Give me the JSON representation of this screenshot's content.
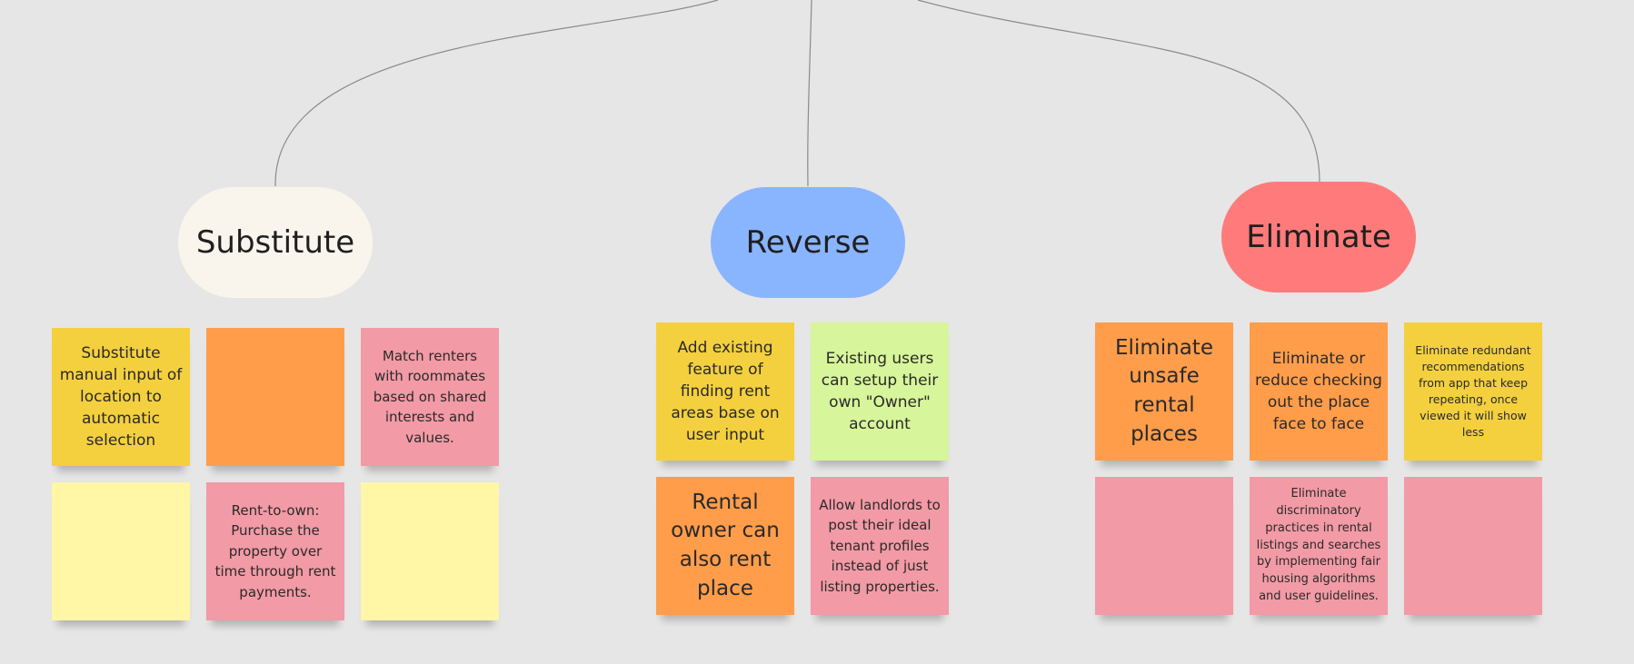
{
  "board": {
    "background": "#e6e6e6",
    "connector_color": "#8a8a8a"
  },
  "groups": [
    {
      "label": "Substitute",
      "color": "#faf5ec",
      "notes": [
        {
          "text": "Substitute manual input of location to automatic selection",
          "color": "#f4d03f"
        },
        {
          "text": "",
          "color": "#ff9d4b"
        },
        {
          "text": "Match renters with roommates based on shared interests and values.",
          "color": "#f29aa5"
        },
        {
          "text": "",
          "color": "#fff6a6"
        },
        {
          "text": "Rent-to-own: Purchase the property over time through rent payments.",
          "color": "#f29aa5"
        },
        {
          "text": "",
          "color": "#fff6a6"
        }
      ]
    },
    {
      "label": "Reverse",
      "color": "#89b4ff",
      "notes": [
        {
          "text": "Add existing feature of finding rent areas base on user input",
          "color": "#f4d03f"
        },
        {
          "text": "Existing users can setup their own \"Owner\" account",
          "color": "#d7f59a"
        },
        {
          "text": "Rental owner can also rent place",
          "color": "#ff9d4b"
        },
        {
          "text": "Allow landlords to post their ideal tenant profiles instead of just listing properties.",
          "color": "#f29aa5"
        }
      ]
    },
    {
      "label": "Eliminate",
      "color": "#ff7b7b",
      "notes": [
        {
          "text": "Eliminate unsafe rental places",
          "color": "#ff9d4b"
        },
        {
          "text": "Eliminate or reduce checking out the place face to face",
          "color": "#ff9d4b"
        },
        {
          "text": "Eliminate redundant recommendations from app that keep repeating, once viewed it will show less",
          "color": "#f4d03f"
        },
        {
          "text": "",
          "color": "#f29aa5"
        },
        {
          "text": "Eliminate discriminatory practices in rental listings and searches by implementing fair housing algorithms and user guidelines.",
          "color": "#f29aa5"
        },
        {
          "text": "",
          "color": "#f29aa5"
        }
      ]
    }
  ]
}
